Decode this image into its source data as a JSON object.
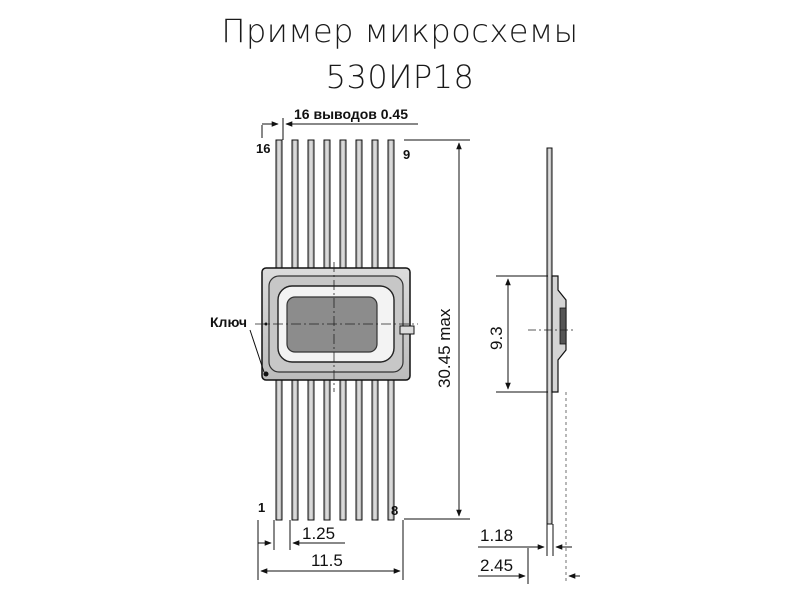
{
  "title": {
    "line1": "Пример микросхемы",
    "line2": "530ИР18"
  },
  "labels": {
    "pins_spec": "16 выводов 0.45",
    "pin_16": "16",
    "pin_9": "9",
    "pin_1": "1",
    "pin_8": "8",
    "key": "Ключ",
    "height": "30.45 max",
    "body_height": "9.3",
    "pitch": "1.25",
    "width": "11.5",
    "lead_thickness": "1.18",
    "side_thickness": "2.45"
  },
  "colors": {
    "line": "#111111",
    "lead": "#bdbdbd",
    "body": "#cfcfcf",
    "window": "#f2f2f2",
    "die": "#8c8c8c"
  }
}
